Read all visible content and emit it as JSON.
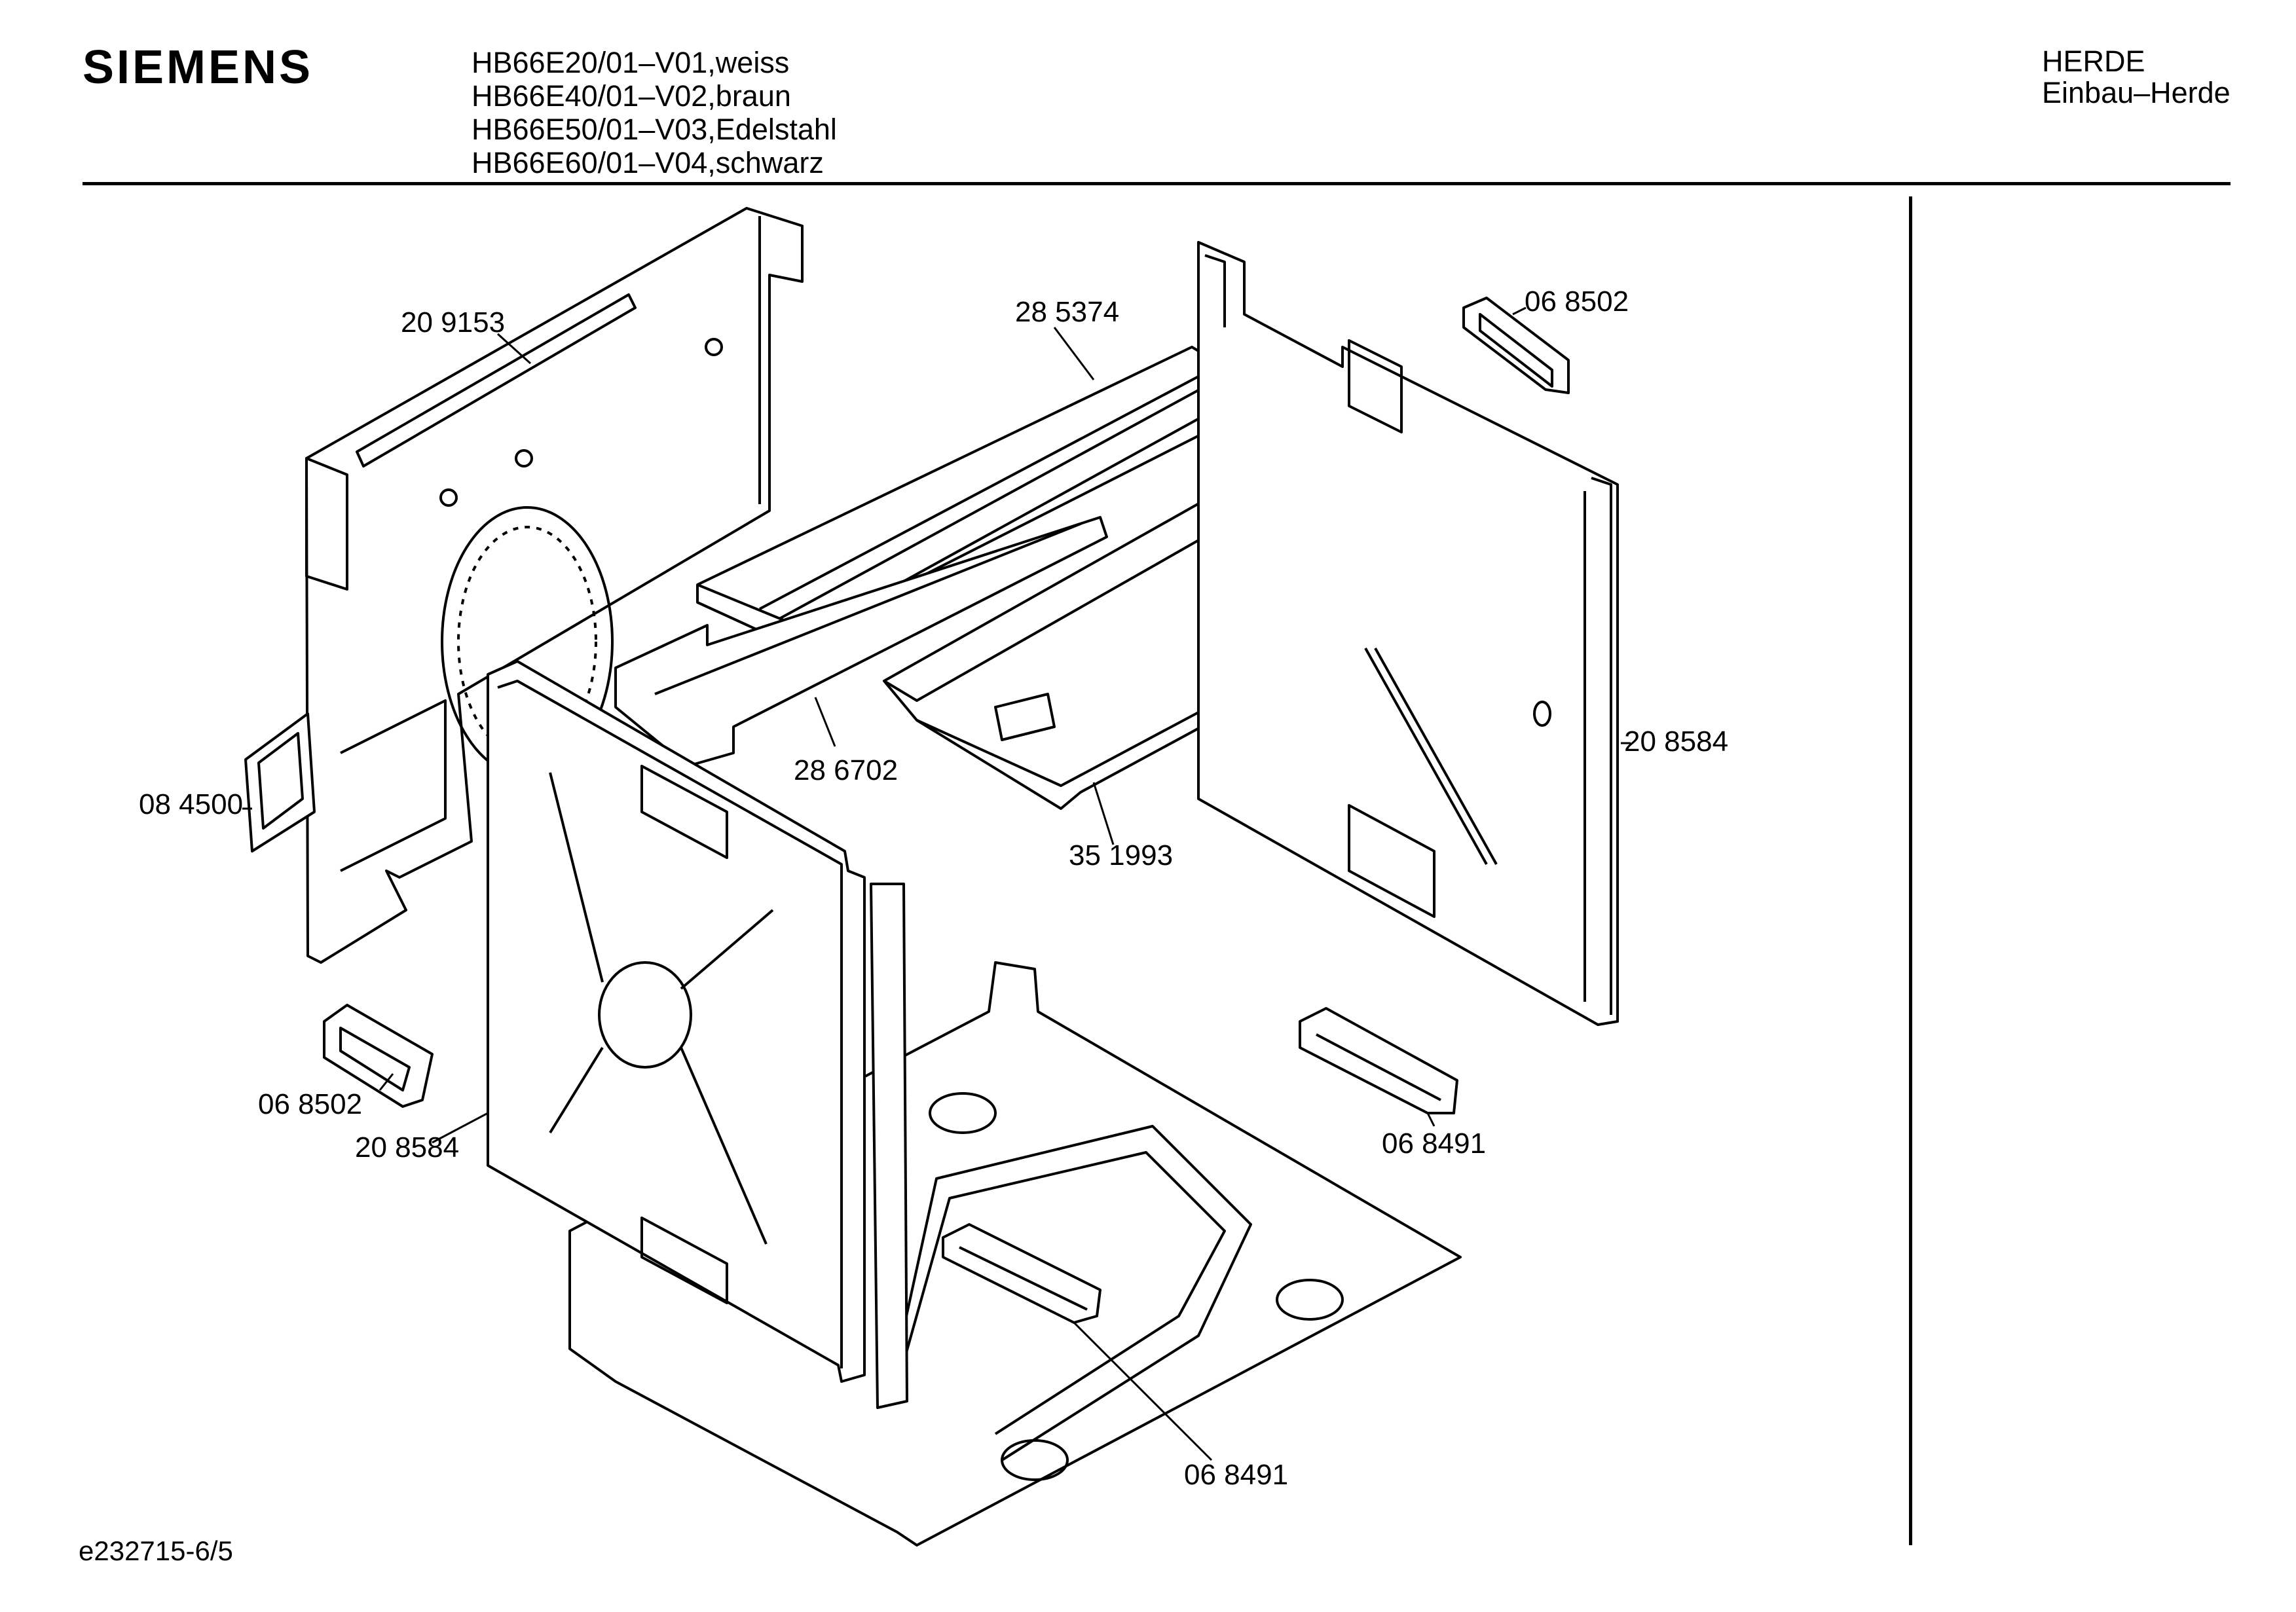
{
  "header": {
    "brand": "SIEMENS",
    "models": [
      "HB66E20/01–V01,weiss",
      "HB66E40/01–V02,braun",
      "HB66E50/01–V03,Edelstahl",
      "HB66E60/01–V04,schwarz"
    ],
    "category": "HERDE",
    "subcategory": "Einbau–Herde"
  },
  "parts": [
    {
      "id": "p1",
      "number": "20 9153"
    },
    {
      "id": "p2",
      "number": "28 5374"
    },
    {
      "id": "p3",
      "number": "06 8502"
    },
    {
      "id": "p4",
      "number": "08 4500"
    },
    {
      "id": "p5",
      "number": "28 6702"
    },
    {
      "id": "p6",
      "number": "35 1993"
    },
    {
      "id": "p7",
      "number": "20 8584"
    },
    {
      "id": "p8",
      "number": "06 8502"
    },
    {
      "id": "p9",
      "number": "20 8584"
    },
    {
      "id": "p10",
      "number": "06 8491"
    },
    {
      "id": "p11",
      "number": "06 8491"
    }
  ],
  "footer": {
    "drawing_id": "e232715-6/5"
  }
}
